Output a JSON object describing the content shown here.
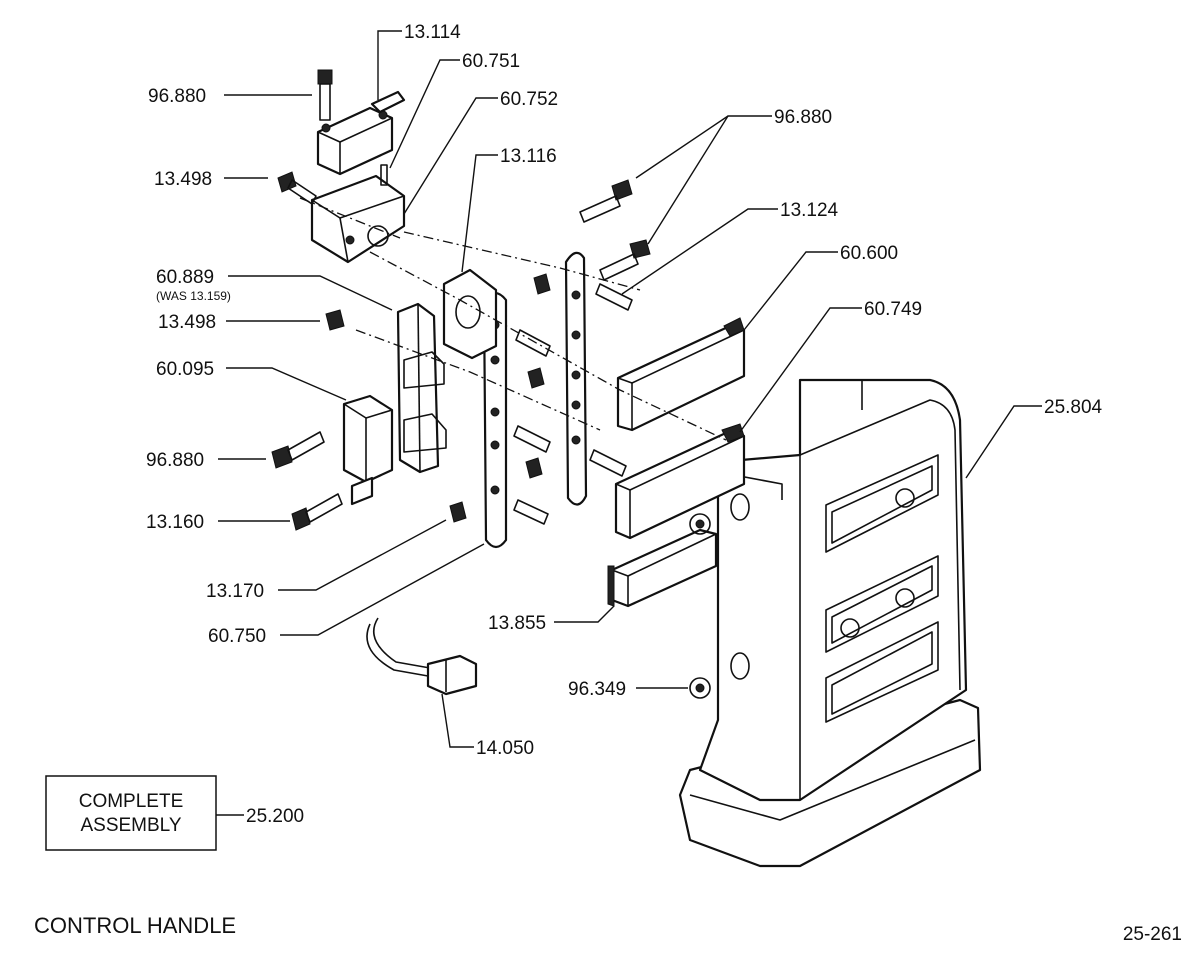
{
  "title": "CONTROL HANDLE",
  "page_number": "25-261",
  "complete_assembly": {
    "line1": "COMPLETE",
    "line2": "ASSEMBLY",
    "part": "25.200"
  },
  "labels": {
    "p13114": "13.114",
    "p60751": "60.751",
    "p60752": "60.752",
    "p96880_top": "96.880",
    "p13498_top": "13.498",
    "p13116": "13.116",
    "p96880_right": "96.880",
    "p13124": "13.124",
    "p60600": "60.600",
    "p60889": "60.889",
    "p60889_note": "(WAS 13.159)",
    "p13498_mid": "13.498",
    "p60749": "60.749",
    "p60095": "60.095",
    "p25804": "25.804",
    "p96880_mid": "96.880",
    "p13160": "13.160",
    "p13170": "13.170",
    "p13855": "13.855",
    "p60750": "60.750",
    "p96349": "96.349",
    "p14050": "14.050"
  }
}
